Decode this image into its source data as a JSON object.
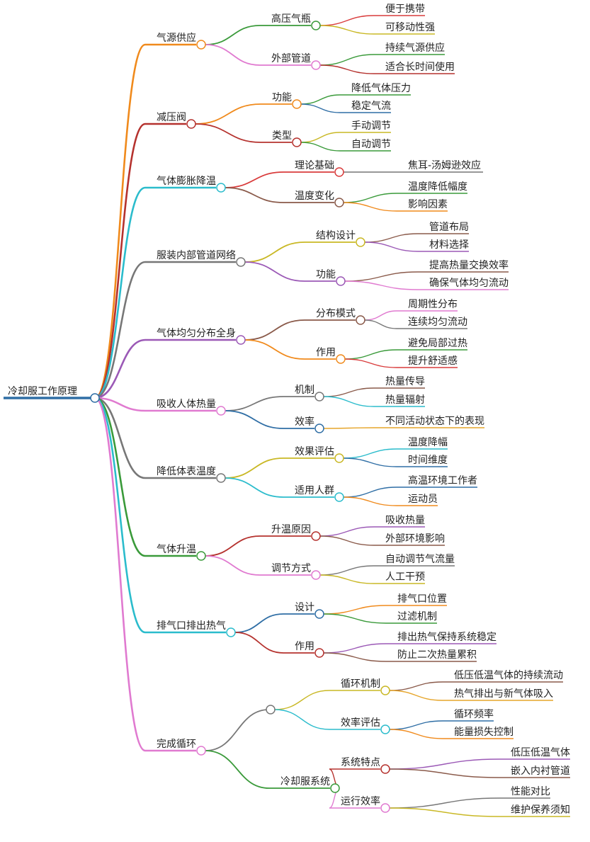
{
  "root": {
    "label": "冷却服工作原理",
    "color": "#2f6ea5"
  },
  "branches": [
    {
      "label": "气源供应",
      "color": "#f08a1c",
      "children": [
        {
          "label": "高压气瓶",
          "color": "#3a9a3a",
          "children": [
            {
              "label": "便于携带",
              "color": "#d93b3b"
            },
            {
              "label": "可移动性强",
              "color": "#c9b825"
            }
          ]
        },
        {
          "label": "外部管道",
          "color": "#e07ad0",
          "children": [
            {
              "label": "持续气源供应",
              "color": "#3a9a3a"
            },
            {
              "label": "适合长时间使用",
              "color": "#b5322e"
            }
          ]
        }
      ]
    },
    {
      "label": "减压阀",
      "color": "#b5322e",
      "children": [
        {
          "label": "功能",
          "color": "#f08a1c",
          "children": [
            {
              "label": "降低气体压力",
              "color": "#3a9a3a"
            },
            {
              "label": "稳定气流",
              "color": "#2f6ea5"
            }
          ]
        },
        {
          "label": "类型",
          "color": "#b5322e",
          "children": [
            {
              "label": "手动调节",
              "color": "#c9b825"
            },
            {
              "label": "自动调节",
              "color": "#3a9a3a"
            }
          ]
        }
      ]
    },
    {
      "label": "气体膨胀降温",
      "color": "#2bbccc",
      "children": [
        {
          "label": "理论基础",
          "color": "#d93b3b",
          "children": [
            {
              "label": "焦耳-汤姆逊效应",
              "color": "#777777"
            }
          ]
        },
        {
          "label": "温度变化",
          "color": "#8a5a4a",
          "children": [
            {
              "label": "温度降低幅度",
              "color": "#3a9a3a"
            },
            {
              "label": "影响因素",
              "color": "#f08a1c"
            }
          ]
        }
      ]
    },
    {
      "label": "服装内部管道网络",
      "color": "#777777",
      "children": [
        {
          "label": "结构设计",
          "color": "#c9b825",
          "children": [
            {
              "label": "管道布局",
              "color": "#8a5a4a"
            },
            {
              "label": "材料选择",
              "color": "#9b59b6"
            }
          ]
        },
        {
          "label": "功能",
          "color": "#9b59b6",
          "children": [
            {
              "label": "提高热量交换效率",
              "color": "#8a5a4a"
            },
            {
              "label": "确保气体均匀流动",
              "color": "#e07ad0"
            }
          ]
        }
      ]
    },
    {
      "label": "气体均匀分布全身",
      "color": "#9b59b6",
      "children": [
        {
          "label": "分布模式",
          "color": "#8a5a4a",
          "children": [
            {
              "label": "周期性分布",
              "color": "#e07ad0"
            },
            {
              "label": "连续均匀流动",
              "color": "#777777"
            }
          ]
        },
        {
          "label": "作用",
          "color": "#f08a1c",
          "children": [
            {
              "label": "避免局部过热",
              "color": "#3a9a3a"
            },
            {
              "label": "提升舒适感",
              "color": "#d93b3b"
            }
          ]
        }
      ]
    },
    {
      "label": "吸收人体热量",
      "color": "#e07ad0",
      "children": [
        {
          "label": "机制",
          "color": "#777777",
          "children": [
            {
              "label": "热量传导",
              "color": "#8a5a4a"
            },
            {
              "label": "热量辐射",
              "color": "#2bbccc"
            }
          ]
        },
        {
          "label": "效率",
          "color": "#2f6ea5",
          "children": [
            {
              "label": "不同活动状态下的表现",
              "color": "#e6a52a"
            }
          ]
        }
      ]
    },
    {
      "label": "降低体表温度",
      "color": "#777777",
      "children": [
        {
          "label": "效果评估",
          "color": "#c9b825",
          "children": [
            {
              "label": "温度降幅",
              "color": "#2bbccc"
            },
            {
              "label": "时间维度",
              "color": "#2f6ea5"
            }
          ]
        },
        {
          "label": "适用人群",
          "color": "#2bbccc",
          "children": [
            {
              "label": "高温环境工作者",
              "color": "#2f6ea5"
            },
            {
              "label": "运动员",
              "color": "#f08a1c"
            }
          ]
        }
      ]
    },
    {
      "label": "气体升温",
      "color": "#3a9a3a",
      "children": [
        {
          "label": "升温原因",
          "color": "#b5322e",
          "children": [
            {
              "label": "吸收热量",
              "color": "#9b59b6"
            },
            {
              "label": "外部环境影响",
              "color": "#8a5a4a"
            }
          ]
        },
        {
          "label": "调节方式",
          "color": "#e07ad0",
          "children": [
            {
              "label": "自动调节气流量",
              "color": "#777777"
            },
            {
              "label": "人工干预",
              "color": "#c9b825"
            }
          ]
        }
      ]
    },
    {
      "label": "排气口排出热气",
      "color": "#2bbccc",
      "children": [
        {
          "label": "设计",
          "color": "#2f6ea5",
          "children": [
            {
              "label": "排气口位置",
              "color": "#f08a1c"
            },
            {
              "label": "过滤机制",
              "color": "#3a9a3a"
            }
          ]
        },
        {
          "label": "作用",
          "color": "#b5322e",
          "children": [
            {
              "label": "排出热气保持系统稳定",
              "color": "#9b59b6"
            },
            {
              "label": "防止二次热量累积",
              "color": "#8a5a4a"
            }
          ]
        }
      ]
    },
    {
      "label": "完成循环",
      "color": "#e07ad0",
      "children": [
        {
          "label": "",
          "color": "#777777",
          "children": [
            {
              "label": "循环机制",
              "color": "#c9b825",
              "children": [
                {
                  "label": "低压低温气体的持续流动",
                  "color": "#8a5a4a"
                },
                {
                  "label": "热气排出与新气体吸入",
                  "color": "#e6a52a"
                }
              ]
            },
            {
              "label": "效率评估",
              "color": "#2bbccc",
              "children": [
                {
                  "label": "循环频率",
                  "color": "#2f6ea5"
                },
                {
                  "label": "能量损失控制",
                  "color": "#f08a1c"
                }
              ]
            }
          ]
        },
        {
          "label": "冷却服系统",
          "color": "#3a9a3a",
          "children": [
            {
              "label": "系统特点",
              "color": "#b5322e",
              "children": [
                {
                  "label": "低压低温气体",
                  "color": "#9b59b6"
                },
                {
                  "label": "嵌入内衬管道",
                  "color": "#8a5a4a"
                }
              ]
            },
            {
              "label": "运行效率",
              "color": "#e07ad0",
              "children": [
                {
                  "label": "性能对比",
                  "color": "#777777"
                },
                {
                  "label": "维护保养须知",
                  "color": "#c9b825"
                }
              ]
            }
          ]
        }
      ]
    }
  ]
}
